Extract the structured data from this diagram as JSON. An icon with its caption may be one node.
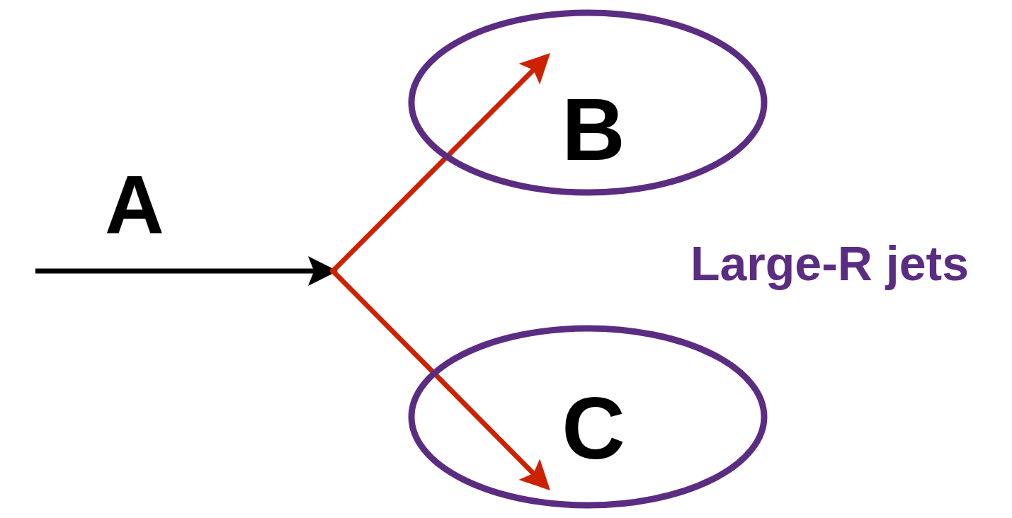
{
  "diagram": {
    "nodes": [
      {
        "text": [],
        "shape": "point"
      },
      {
        "text": [
          "B"
        ]
      },
      {
        "text": [
          "C"
        ]
      }
    ],
    "edges": [
      {
        "from": null,
        "to": 0,
        "arrow": "to",
        "label": "A",
        "color": "#000000"
      },
      {
        "from": 0,
        "to": 1,
        "arrow": "to"
      },
      {
        "from": 0,
        "to": 2,
        "arrow": "to"
      }
    ],
    "labels": [
      "Large-R jets"
    ]
  }
}
